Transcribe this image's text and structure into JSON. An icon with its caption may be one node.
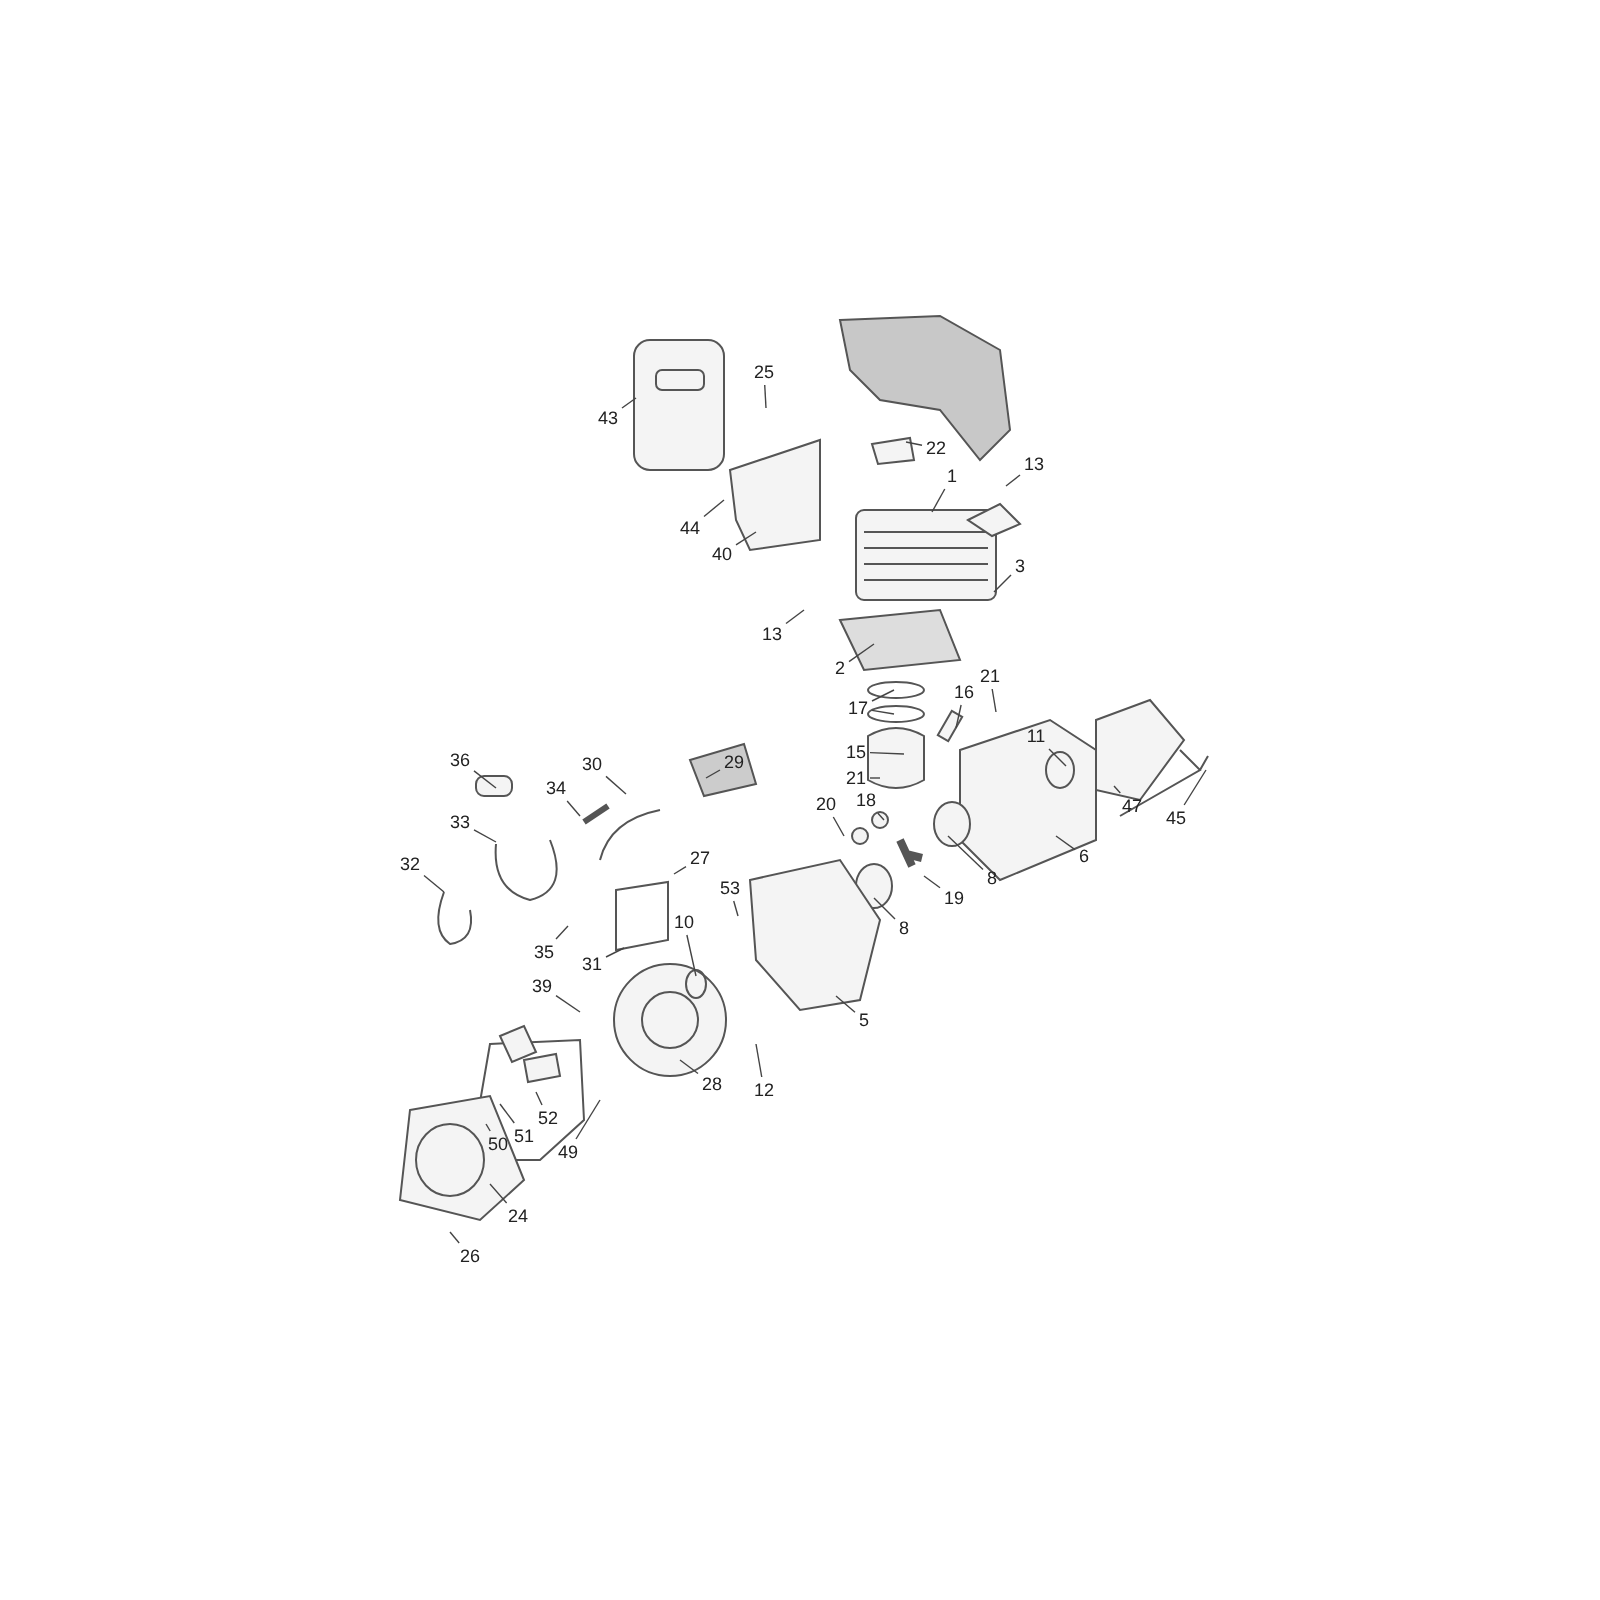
{
  "diagram": {
    "nodes": [
      {
        "text": [
          "25"
        ]
      },
      {
        "text": [
          "43"
        ]
      },
      {
        "text": [
          "22"
        ]
      },
      {
        "text": [
          "13"
        ]
      },
      {
        "text": [
          "1"
        ]
      },
      {
        "text": [
          "44"
        ]
      },
      {
        "text": [
          "40"
        ]
      },
      {
        "text": [
          "3"
        ]
      },
      {
        "text": [
          "13"
        ]
      },
      {
        "text": [
          "2"
        ]
      },
      {
        "text": [
          "21"
        ]
      },
      {
        "text": [
          "16"
        ]
      },
      {
        "text": [
          "17"
        ]
      },
      {
        "text": [
          "11"
        ]
      },
      {
        "text": [
          "15"
        ]
      },
      {
        "text": [
          "21"
        ]
      },
      {
        "text": [
          "36"
        ]
      },
      {
        "text": [
          "30"
        ]
      },
      {
        "text": [
          "29"
        ]
      },
      {
        "text": [
          "34"
        ]
      },
      {
        "text": [
          "20"
        ]
      },
      {
        "text": [
          "18"
        ]
      },
      {
        "text": [
          "47"
        ]
      },
      {
        "text": [
          "45"
        ]
      },
      {
        "text": [
          "33"
        ]
      },
      {
        "text": [
          "6"
        ]
      },
      {
        "text": [
          "8"
        ]
      },
      {
        "text": [
          "27"
        ]
      },
      {
        "text": [
          "32"
        ]
      },
      {
        "text": [
          "53"
        ]
      },
      {
        "text": [
          "19"
        ]
      },
      {
        "text": [
          "10"
        ]
      },
      {
        "text": [
          "8"
        ]
      },
      {
        "text": [
          "35"
        ]
      },
      {
        "text": [
          "31"
        ]
      },
      {
        "text": [
          "39"
        ]
      },
      {
        "text": [
          "5"
        ]
      },
      {
        "text": [
          "28"
        ]
      },
      {
        "text": [
          "12"
        ]
      },
      {
        "text": [
          "52"
        ]
      },
      {
        "text": [
          "51"
        ]
      },
      {
        "text": [
          "50"
        ]
      },
      {
        "text": [
          "49"
        ]
      },
      {
        "text": [
          "24"
        ]
      },
      {
        "text": [
          "26"
        ]
      }
    ],
    "edges": [
      {
        "from": 0,
        "to": null,
        "arrow": "none"
      },
      {
        "from": 1,
        "to": null,
        "arrow": "none"
      },
      {
        "from": 2,
        "to": null,
        "arrow": "none"
      },
      {
        "from": 3,
        "to": null,
        "arrow": "none"
      },
      {
        "from": 4,
        "to": null,
        "arrow": "none"
      },
      {
        "from": 5,
        "to": null,
        "arrow": "none"
      },
      {
        "from": 6,
        "to": null,
        "arrow": "none"
      },
      {
        "from": 7,
        "to": null,
        "arrow": "none"
      },
      {
        "from": 8,
        "to": null,
        "arrow": "none"
      },
      {
        "from": 9,
        "to": null,
        "arrow": "none"
      },
      {
        "from": 10,
        "to": null,
        "arrow": "none"
      },
      {
        "from": 11,
        "to": null,
        "arrow": "none"
      },
      {
        "from": 12,
        "to": null,
        "arrow": "none"
      },
      {
        "from": 12,
        "to": null,
        "arrow": "none"
      },
      {
        "from": 13,
        "to": null,
        "arrow": "none"
      },
      {
        "from": 14,
        "to": null,
        "arrow": "none"
      },
      {
        "from": 15,
        "to": null,
        "arrow": "none"
      },
      {
        "from": 16,
        "to": null,
        "arrow": "none"
      },
      {
        "from": 17,
        "to": null,
        "arrow": "none"
      },
      {
        "from": 18,
        "to": null,
        "arrow": "none"
      },
      {
        "from": 19,
        "to": null,
        "arrow": "none"
      },
      {
        "from": 20,
        "to": null,
        "arrow": "none"
      },
      {
        "from": 21,
        "to": null,
        "arrow": "none"
      },
      {
        "from": 22,
        "to": null,
        "arrow": "none"
      },
      {
        "from": 23,
        "to": null,
        "arrow": "none"
      },
      {
        "from": 24,
        "to": null,
        "arrow": "none"
      },
      {
        "from": 25,
        "to": null,
        "arrow": "none"
      },
      {
        "from": 26,
        "to": null,
        "arrow": "none"
      },
      {
        "from": 27,
        "to": null,
        "arrow": "none"
      },
      {
        "from": 28,
        "to": null,
        "arrow": "none"
      },
      {
        "from": 29,
        "to": null,
        "arrow": "none"
      },
      {
        "from": 30,
        "to": null,
        "arrow": "none"
      },
      {
        "from": 31,
        "to": null,
        "arrow": "none"
      },
      {
        "from": 32,
        "to": null,
        "arrow": "none"
      },
      {
        "from": 33,
        "to": null,
        "arrow": "none"
      },
      {
        "from": 34,
        "to": null,
        "arrow": "none"
      },
      {
        "from": 35,
        "to": null,
        "arrow": "none"
      },
      {
        "from": 36,
        "to": null,
        "arrow": "none"
      },
      {
        "from": 37,
        "to": null,
        "arrow": "none"
      },
      {
        "from": 38,
        "to": null,
        "arrow": "none"
      },
      {
        "from": 39,
        "to": null,
        "arrow": "none"
      },
      {
        "from": 40,
        "to": null,
        "arrow": "none"
      },
      {
        "from": 41,
        "to": null,
        "arrow": "none"
      },
      {
        "from": 42,
        "to": null,
        "arrow": "none"
      },
      {
        "from": 43,
        "to": null,
        "arrow": "none"
      },
      {
        "from": 44,
        "to": null,
        "arrow": "none"
      }
    ]
  }
}
